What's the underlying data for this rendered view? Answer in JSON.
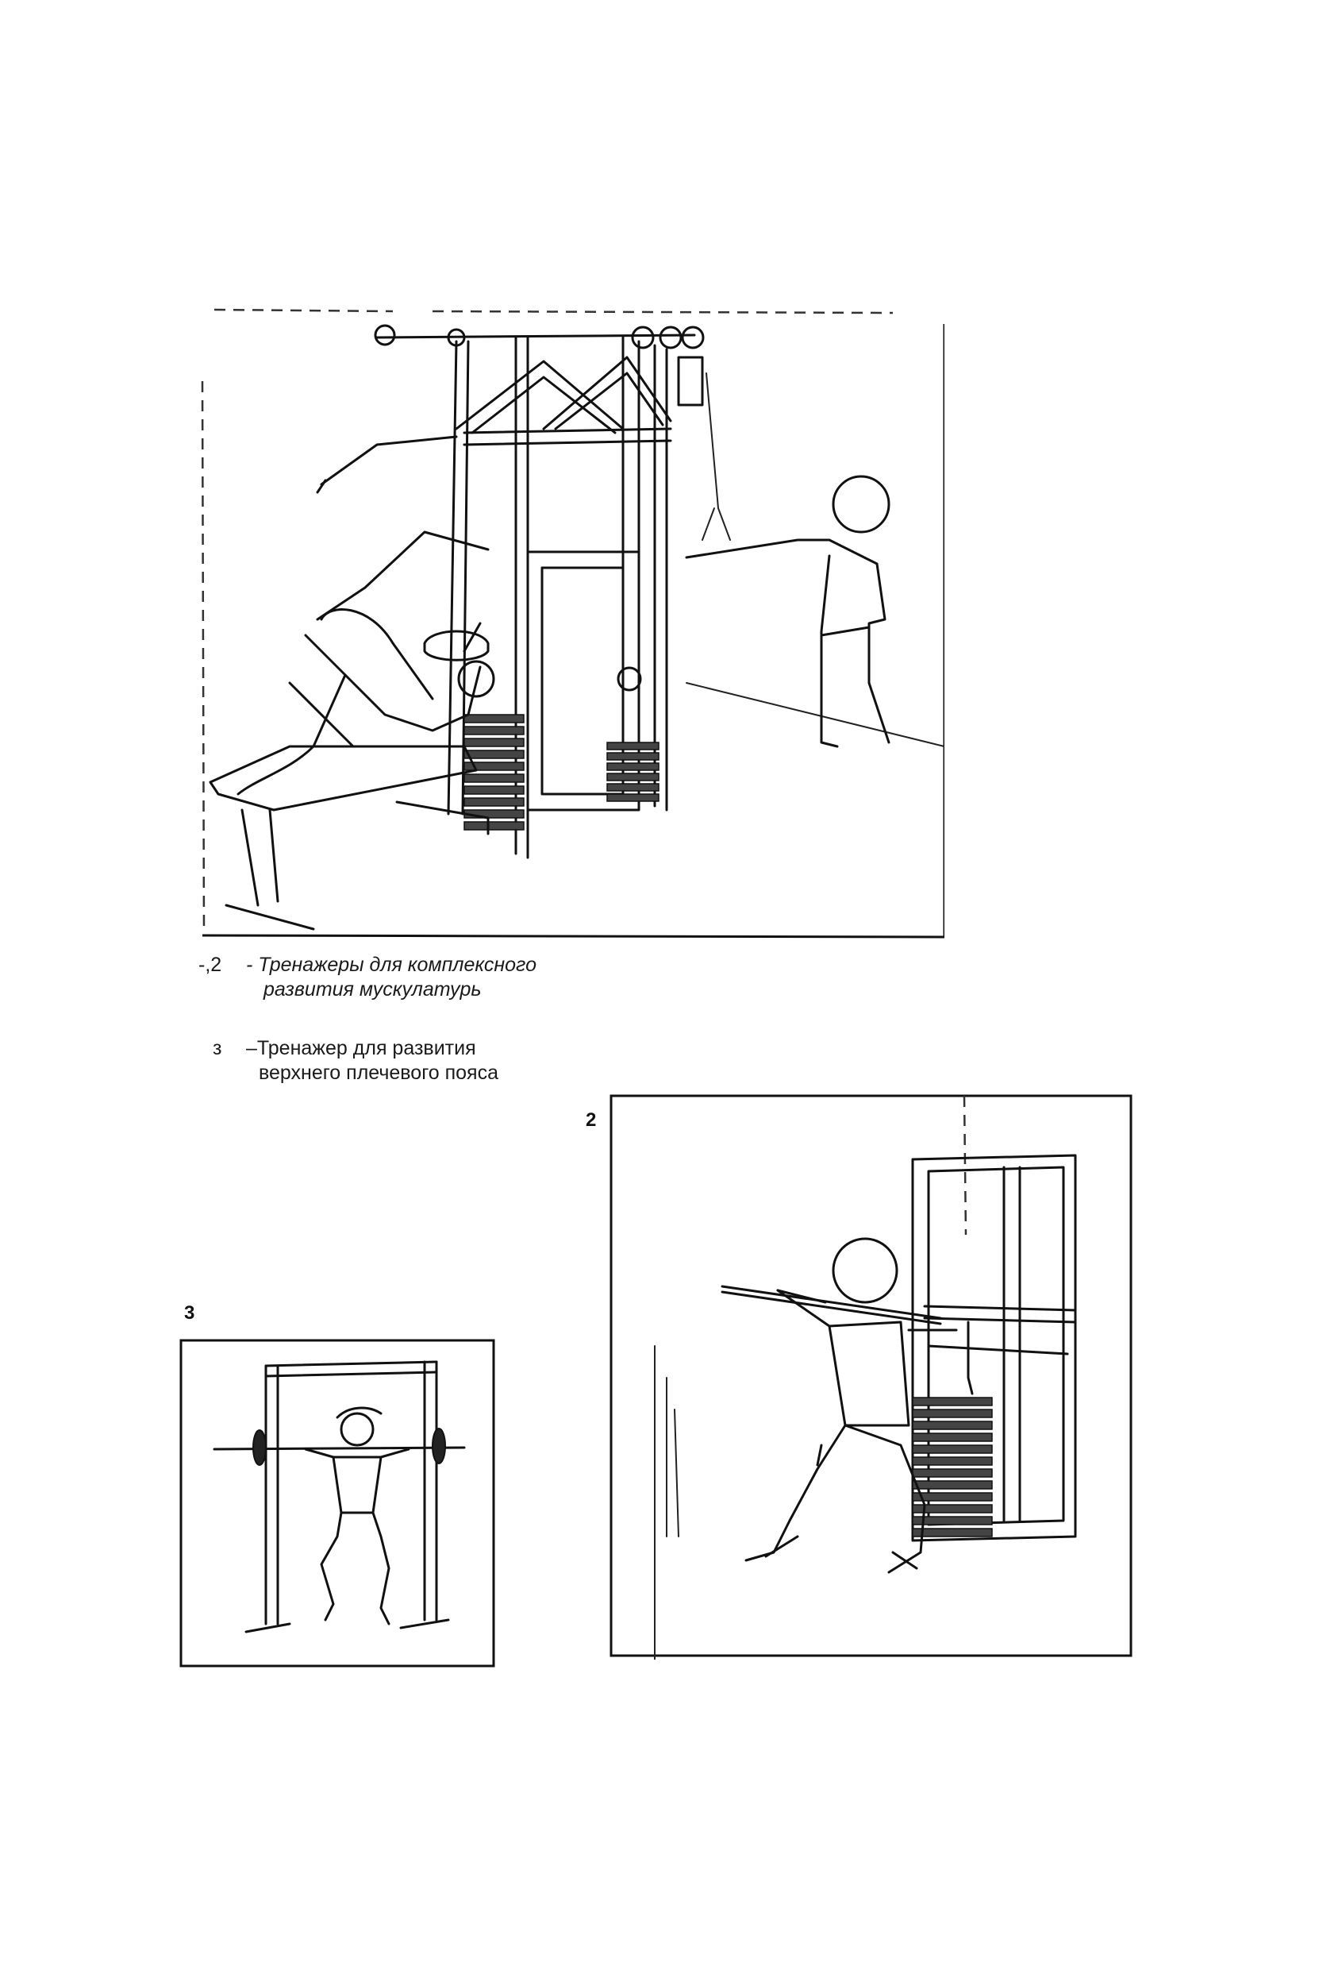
{
  "figures": [
    {
      "id": "fig1",
      "number": "",
      "depicts": [
        "bench-press-station",
        "pulley-tower",
        "standing-cable-pull"
      ]
    },
    {
      "id": "fig2",
      "number": "2",
      "depicts": [
        "squat-with-bar",
        "weight-stack-frame"
      ]
    },
    {
      "id": "fig3",
      "number": "3",
      "depicts": [
        "barbell-squat-rack"
      ]
    }
  ],
  "captions": [
    {
      "number": "-,2",
      "lines": [
        "- Тренажеры для комплексного",
        "развития мускулатурь"
      ]
    },
    {
      "number": "з",
      "lines": [
        "–Тренажер для развития",
        "верхнего плечевого пояса"
      ]
    }
  ],
  "figure_labels": {
    "fig2": "2",
    "fig3": "3"
  }
}
